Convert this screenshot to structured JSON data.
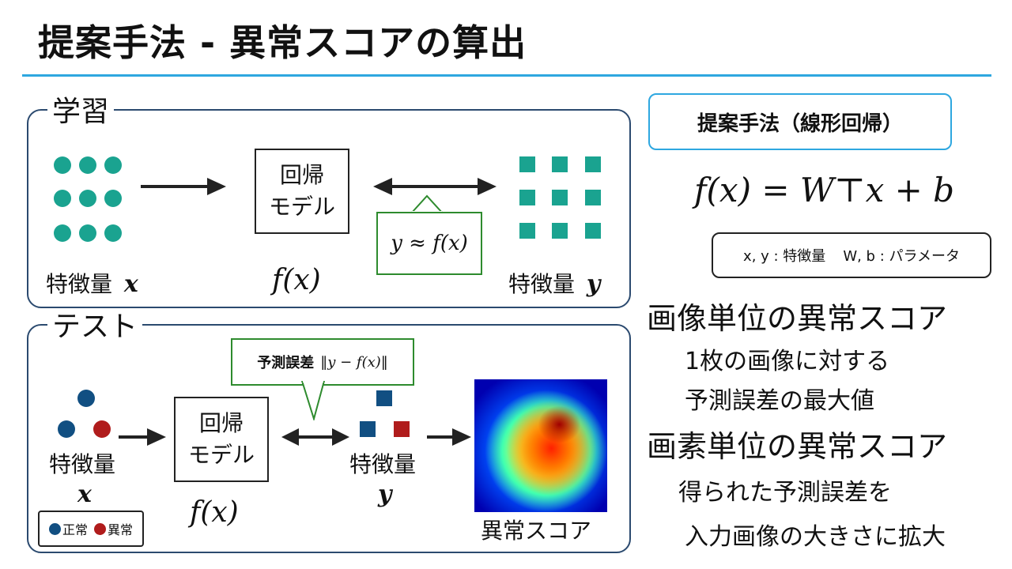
{
  "slide": {
    "title": "提案手法 - 異常スコアの算出"
  },
  "train_panel": {
    "heading": "学習",
    "input_label": "特徴量",
    "input_symbol": "x",
    "model_line1": "回帰",
    "model_line2": "モデル",
    "model_symbol": "f(x)",
    "output_label": "特徴量",
    "output_symbol": "y",
    "approx_callout": "y ≈ f(x)"
  },
  "test_panel": {
    "heading": "テスト",
    "input_label": "特徴量",
    "input_symbol": "x",
    "model_line1": "回帰",
    "model_line2": "モデル",
    "model_symbol": "f(x)",
    "output_label": "特徴量",
    "output_symbol": "y",
    "error_callout_label": "予測誤差",
    "error_callout_formula": "‖y − f(x)‖",
    "legend_normal": "正常",
    "legend_anomaly": "異常",
    "heatmap_label": "異常スコア"
  },
  "method_box": {
    "label": "提案手法（線形回帰）",
    "formula": "f(x) = W⊤x + b",
    "vars_label": "x, y : 特徴量",
    "params_label": "W, b : パラメータ"
  },
  "image_score": {
    "heading": "画像単位の異常スコア",
    "line1": "1枚の画像に対する",
    "line2": "予測誤差の最大値"
  },
  "pixel_score": {
    "heading": "画素単位の異常スコア",
    "line1": "得られた予測誤差を",
    "line2": "入力画像の大きさに拡大"
  },
  "colors": {
    "accent_rule": "#2ea7e0",
    "panel_border": "#2b4a6f",
    "teal": "#1aa390",
    "normal_blue": "#114f82",
    "anomaly_red": "#b01c1c",
    "callout_green": "#2e8b2e"
  }
}
